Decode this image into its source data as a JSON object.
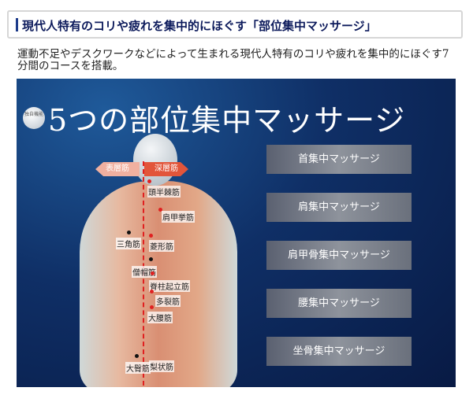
{
  "header": {
    "title": "現代人特有のコリや疲れを集中的にほぐす「部位集中マッサージ」"
  },
  "description": "運動不足やデスクワークなどによって生まれる現代人特有のコリや疲れを集中的にほぐす7分間のコースを搭載。",
  "hero": {
    "badge": "独自機能",
    "title": "5つの部位集中マッサージ",
    "arrows": {
      "left": "表層筋",
      "right": "深層筋"
    },
    "muscles_surface": [
      "三角筋",
      "僧帽筋",
      "大臀筋"
    ],
    "muscles_deep": [
      "頭半棘筋",
      "肩甲挙筋",
      "菱形筋",
      "脊柱起立筋",
      "多裂筋",
      "大腰筋",
      "梨状筋"
    ],
    "courses": [
      "首集中マッサージ",
      "肩集中マッサージ",
      "肩甲骨集中マッサージ",
      "腰集中マッサージ",
      "坐骨集中マッサージ"
    ]
  },
  "colors": {
    "accent": "#1d3b8a",
    "deep_dot": "#e02020",
    "surface_dot": "#111111"
  }
}
